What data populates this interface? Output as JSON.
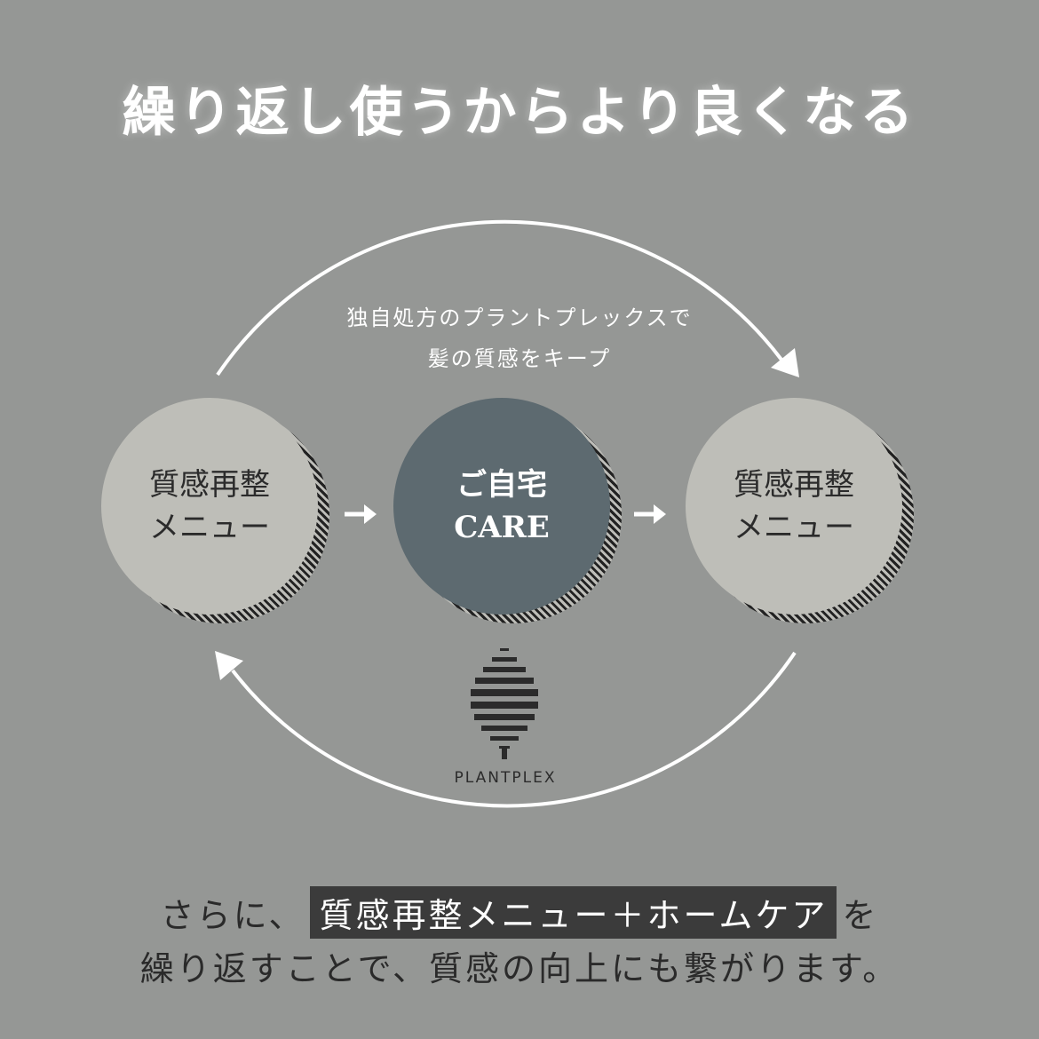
{
  "title": "繰り返し使うからより良くなる",
  "cycle": {
    "top_text_line1": "独自処方のプラントプレックスで",
    "top_text_line2": "髪の質感をキープ",
    "left_circle": {
      "line1": "質感再整",
      "line2": "メニュー"
    },
    "center_circle": {
      "line1": "ご自宅",
      "line2": "CARE"
    },
    "right_circle": {
      "line1": "質感再整",
      "line2": "メニュー"
    }
  },
  "brand": {
    "name": "PLANTPLEX"
  },
  "bottom": {
    "line1_prefix": "さらに、",
    "line1_highlight": "質感再整メニュー＋ホームケア",
    "line1_suffix": "を",
    "line2": "繰り返すことで、質感の向上にも繋がります。"
  },
  "colors": {
    "background": "#959795",
    "light_circle": "#bebeb8",
    "dark_circle": "#5d6a70",
    "highlight": "#3b3b3b"
  }
}
